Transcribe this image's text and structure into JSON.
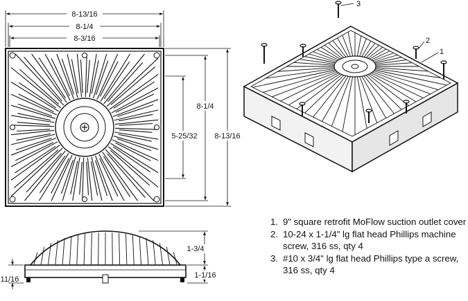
{
  "top_view": {
    "dim_overall_w": "8-13/16",
    "dim_mid_w": "8-1/4",
    "dim_inner_w": "8-3/16",
    "dim_inner_h": "5-25/32",
    "dim_mid_h": "8-1/4",
    "dim_overall_h": "8-13/16"
  },
  "side_view": {
    "dim_dome_h": "1-3/4",
    "dim_left_h": "11/16",
    "dim_base_h": "1-1/16"
  },
  "iso_view": {
    "callouts": [
      "3",
      "2",
      "1"
    ]
  },
  "parts_list": [
    {
      "num": "1.",
      "text": "9\" square retrofit MoFlow suction outlet cover"
    },
    {
      "num": "2.",
      "text": "10-24 x 1-1/4\" lg flat head Phillips machine screw, 316 ss, qty 4"
    },
    {
      "num": "3.",
      "text": "#10 x 3/4\" lg flat head Phillips type a screw, 316 ss, qty 4"
    }
  ]
}
